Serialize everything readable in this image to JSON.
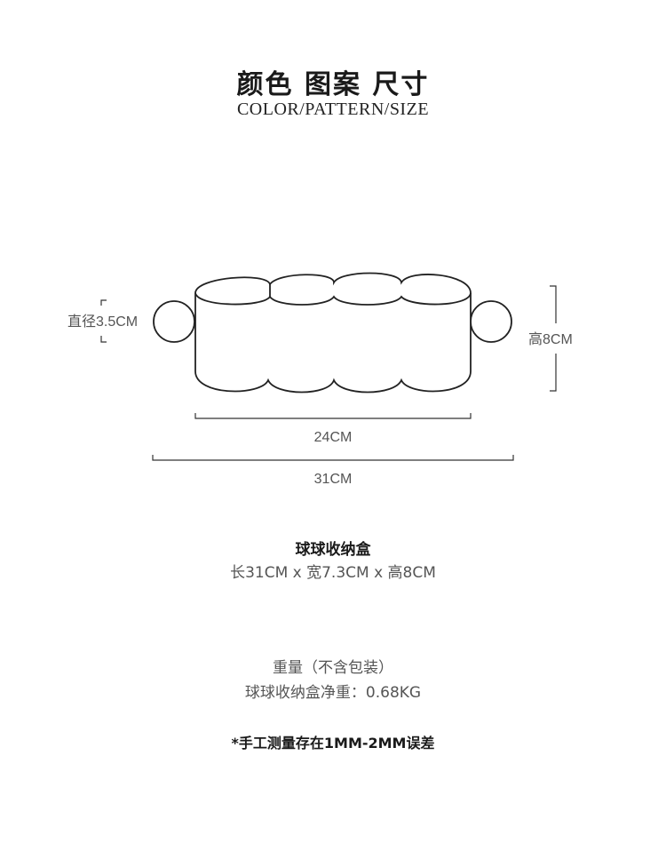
{
  "header": {
    "title": "颜色 图案 尺寸",
    "subtitle": "COLOR/PATTERN/SIZE"
  },
  "diagram": {
    "diameter_label": "直径3.5CM",
    "height_label": "高8CM",
    "inner_width_label": "24CM",
    "outer_width_label": "31CM"
  },
  "product": {
    "name": "球球收纳盒",
    "dimensions": "长31CM x 宽7.3CM x 高8CM"
  },
  "weight": {
    "title": "重量（不含包装）",
    "value": "球球收纳盒净重：0.68KG"
  },
  "note": "*手工测量存在1MM-2MM误差"
}
